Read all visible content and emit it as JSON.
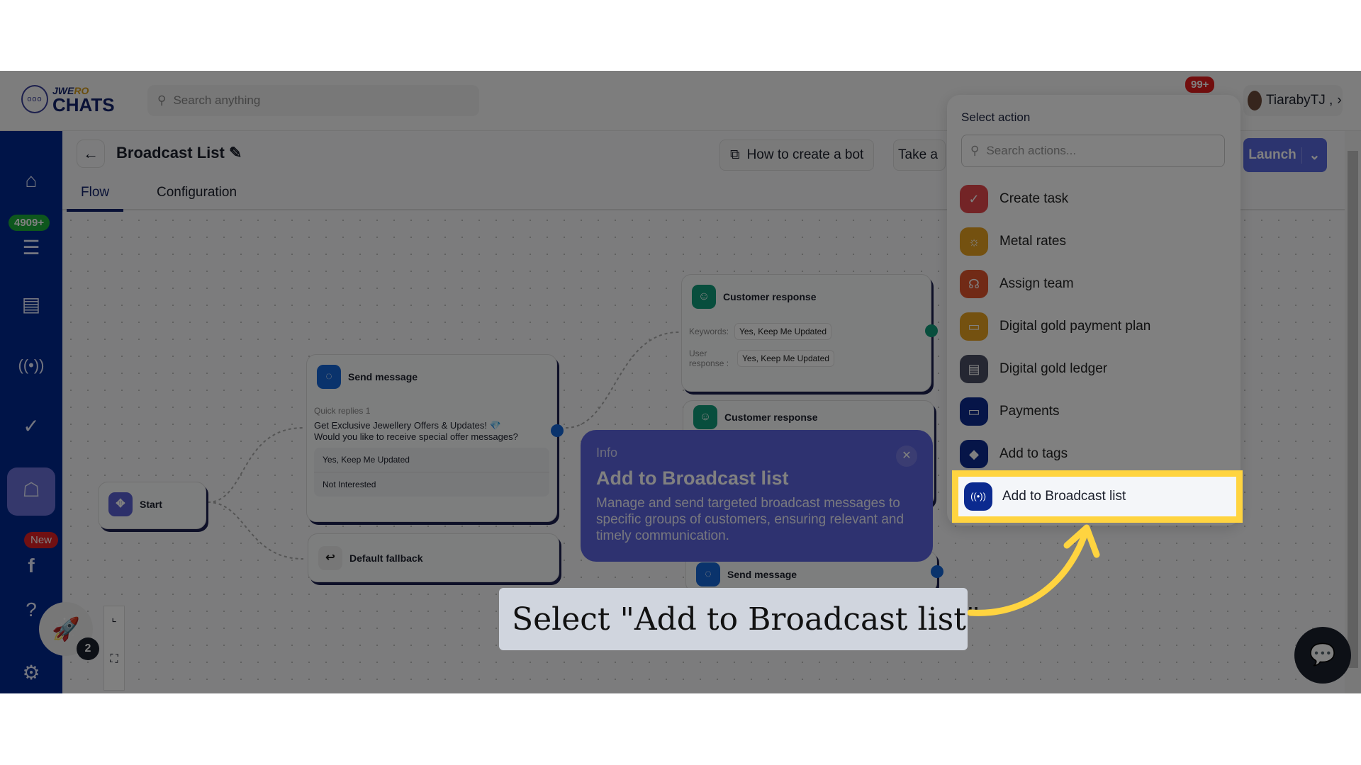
{
  "header": {
    "brand_top": "JWE",
    "brand_top2": "RO",
    "brand": "CHATS",
    "search_placeholder": "Search anything",
    "notifications": "99+",
    "user": "TiarabyTJ ,"
  },
  "sidebar": {
    "chat_badge": "4909+",
    "new_badge": "New",
    "items": [
      "home",
      "chats",
      "documents",
      "broadcast",
      "tasks",
      "bot",
      "facebook",
      "help",
      "settings"
    ]
  },
  "page": {
    "title": "Broadcast List",
    "tabs": [
      "Flow",
      "Configuration"
    ],
    "how_to": "How to create a bot",
    "take": "Take a",
    "launch": "Launch"
  },
  "nodes": {
    "start": "Start",
    "send": {
      "title": "Send message",
      "quick": "Quick replies 1",
      "msg1": "Get Exclusive Jewellery Offers & Updates! 💎",
      "msg2": "Would you like to receive special offer messages?",
      "r1": "Yes, Keep Me Updated",
      "r2": "Not Interested"
    },
    "fallback": "Default fallback",
    "cr": {
      "title": "Customer response",
      "kw_label": "Keywords:",
      "kw": "Yes, Keep Me Updated",
      "ur_label": "User response :",
      "ur": "Yes, Keep Me Updated"
    },
    "cr2": "Customer response",
    "send2": "Send message"
  },
  "controls": {
    "count": "2"
  },
  "panel": {
    "label": "Select action",
    "search_placeholder": "Search actions...",
    "items": [
      {
        "label": "Create task",
        "color": "#e5484d",
        "icon": "✓"
      },
      {
        "label": "Metal rates",
        "color": "#e7a21f",
        "icon": "☼"
      },
      {
        "label": "Assign team",
        "color": "#e2532b",
        "icon": "☊"
      },
      {
        "label": "Digital gold payment plan",
        "color": "#e7a21f",
        "icon": "▭"
      },
      {
        "label": "Digital gold ledger",
        "color": "#4a4e63",
        "icon": "▤"
      },
      {
        "label": "Payments",
        "color": "#0b2a8f",
        "icon": "▭"
      },
      {
        "label": "Add to tags",
        "color": "#0b2a8f",
        "icon": "◆"
      }
    ],
    "selected": "Add to Broadcast list"
  },
  "tooltip": {
    "kicker": "Info",
    "title": "Add to Broadcast list",
    "body": "Manage and send targeted broadcast messages to specific groups of customers, ensuring relevant and timely communication."
  },
  "caption": "Select \"Add to Broadcast list\""
}
